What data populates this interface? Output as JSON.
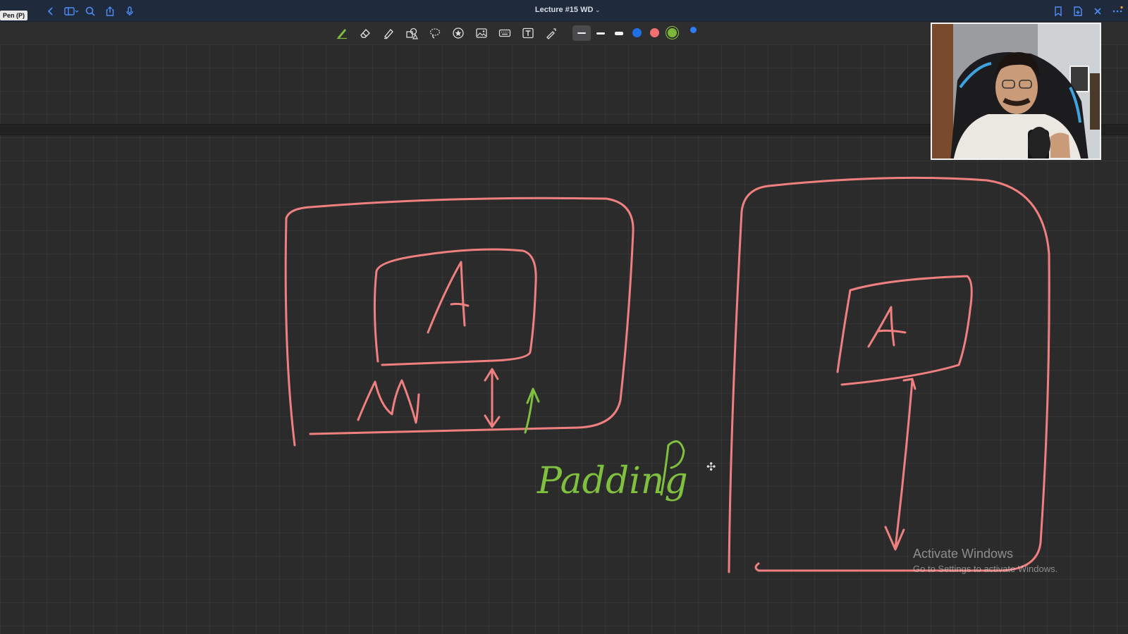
{
  "titlebar": {
    "pen_badge": "Pen (P)",
    "document_title": "Lecture #15 WD",
    "title_caret": "⌄",
    "left_icons": [
      "back-icon",
      "sidebar-icon",
      "search-icon",
      "share-icon",
      "microphone-icon"
    ],
    "right_icons": [
      "bookmark-icon",
      "new-page-icon",
      "close-icon",
      "more-icon"
    ]
  },
  "toolbar": {
    "tools": [
      "pen-icon",
      "eraser-icon",
      "highlighter-icon",
      "shapes-icon",
      "lasso-icon",
      "sticker-icon",
      "image-icon",
      "keyboard-icon",
      "text-box-icon",
      "laser-pointer-icon"
    ],
    "stroke_widths": [
      "thin",
      "medium",
      "thick"
    ],
    "colors": [
      "#1f6fe5",
      "#f07070",
      "#7cb73a"
    ],
    "selected_color": "#7cb73a",
    "accent": "#2f7df6"
  },
  "canvas": {
    "handwriting": {
      "box_letter_left": "A",
      "box_letter_right": "A",
      "margin_mark": "M",
      "padding_label": "Padding",
      "padding_letter": "P"
    },
    "ink_colors": {
      "pink": "#f08080",
      "green": "#7fc13e"
    }
  },
  "watermark": {
    "title": "Activate Windows",
    "subtitle": "Go to Settings to activate Windows."
  }
}
